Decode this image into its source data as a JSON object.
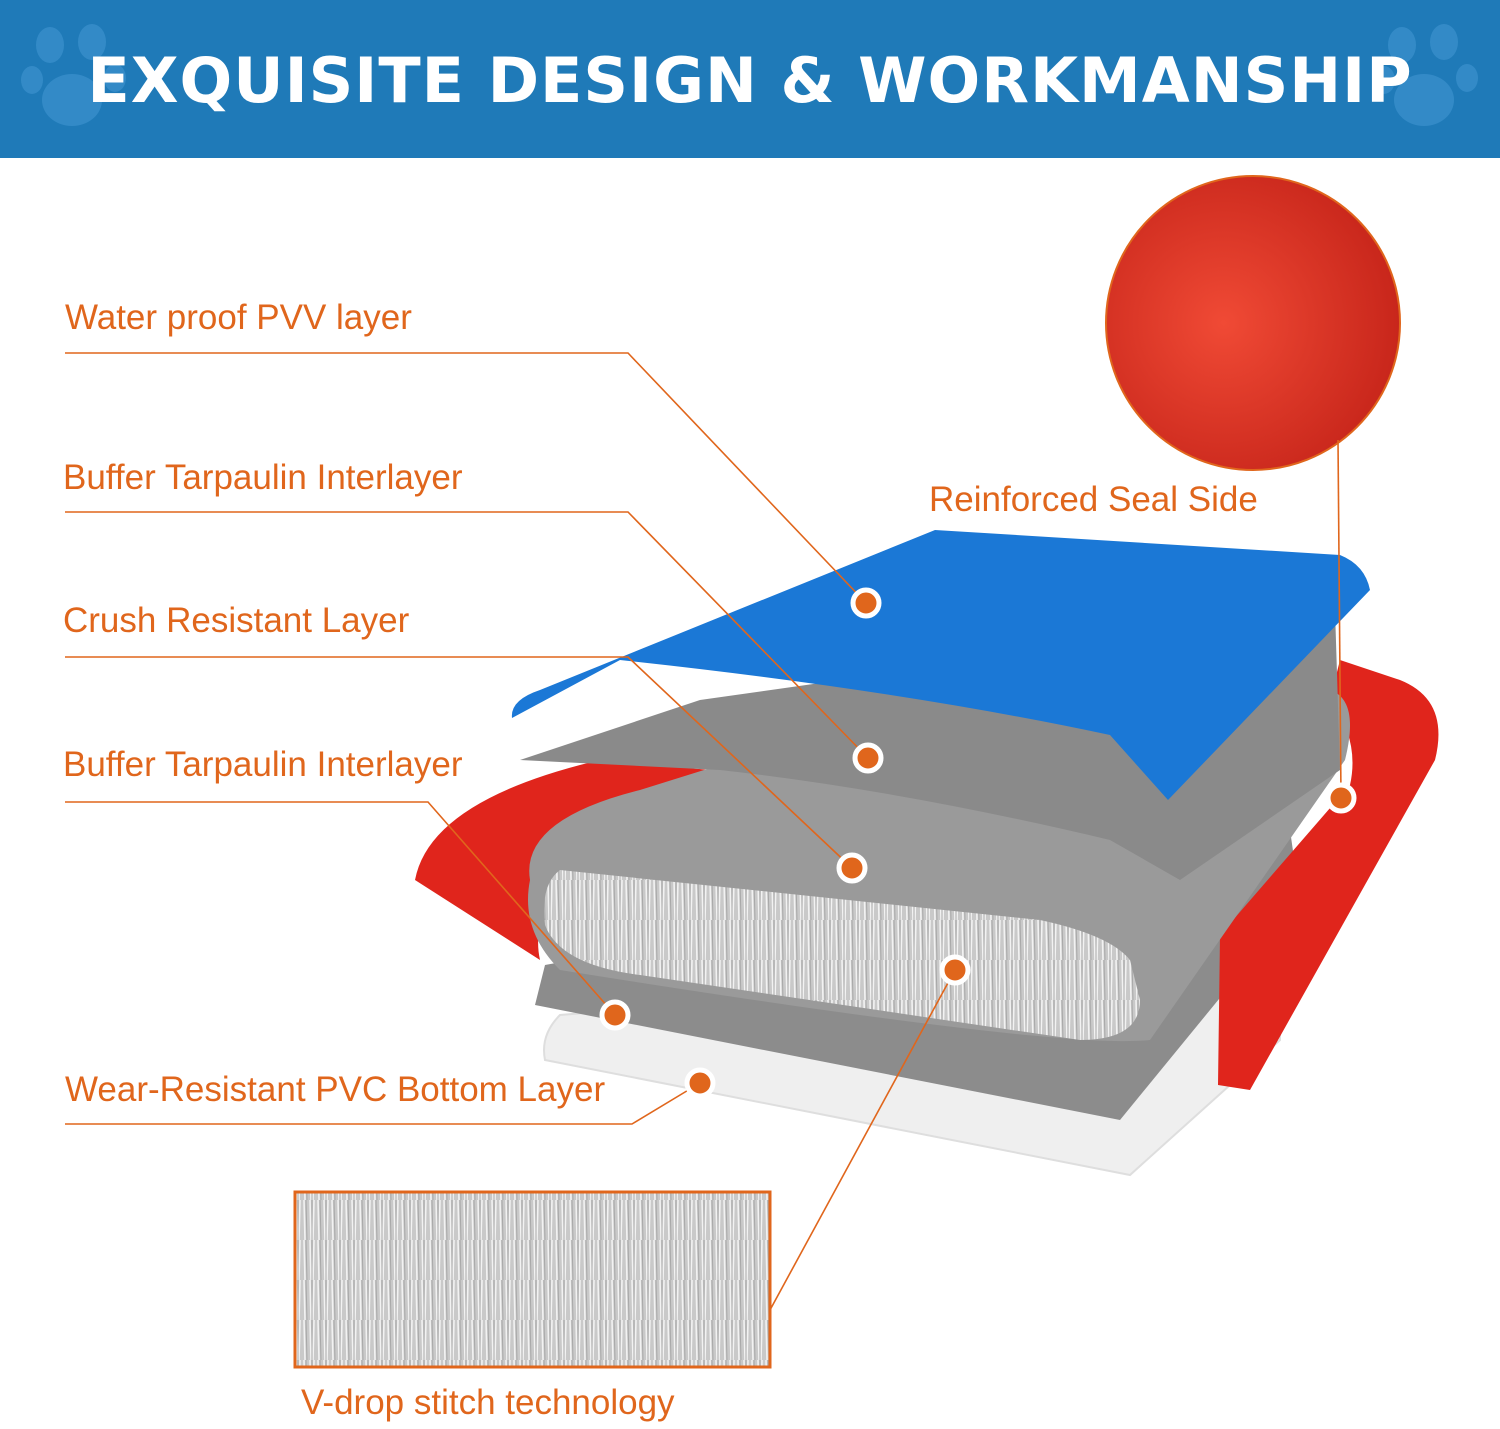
{
  "banner": {
    "title": "EXQUISITE DESIGN & WORKMANSHIP"
  },
  "labels": {
    "waterproof": "Water proof PVV layer",
    "buffer_top": "Buffer Tarpaulin Interlayer",
    "crush": "Crush Resistant Layer",
    "buffer_bottom": "Buffer Tarpaulin Interlayer",
    "wear": "Wear-Resistant PVC Bottom Layer",
    "seal": "Reinforced Seal Side",
    "stitch": "V-drop stitch technology"
  },
  "colors": {
    "banner": "#1f7ab8",
    "accent": "#e0661c",
    "blue_layer": "#1b78d6",
    "gray_layer": "#8a8a8a",
    "red_layer": "#e0251c",
    "white_layer": "#eeeeee"
  }
}
